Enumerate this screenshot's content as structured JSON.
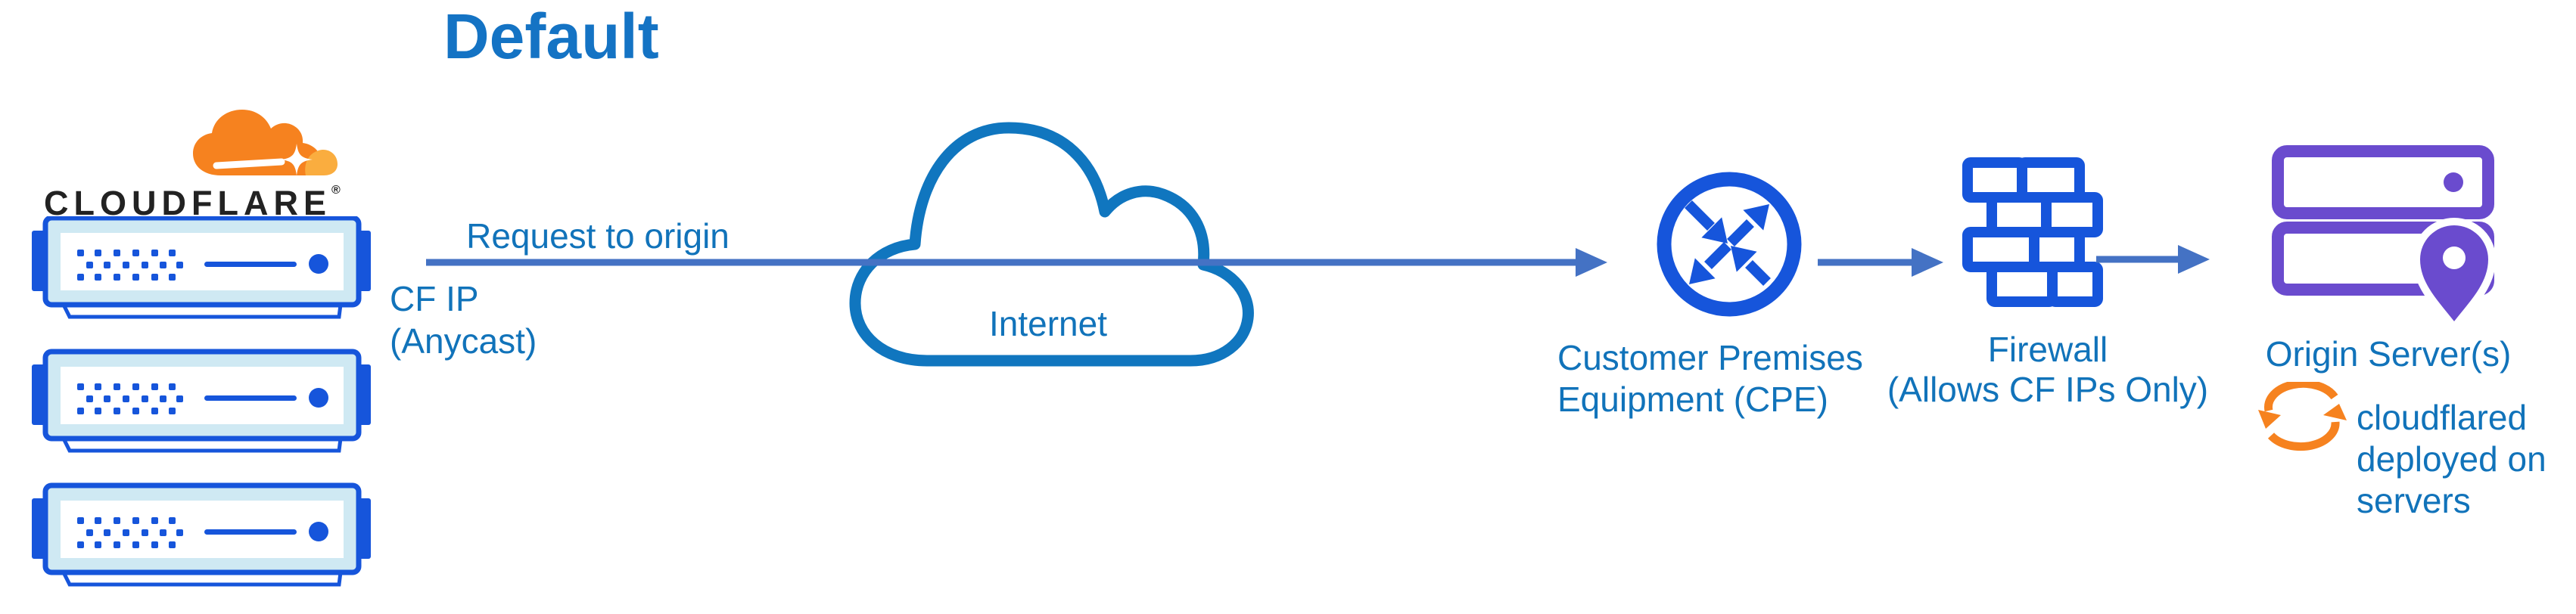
{
  "title": "Default",
  "brand": {
    "wordmark": "CLOUDFLARE",
    "registered": "®"
  },
  "edge": {
    "request_label": "Request to origin",
    "ip_line1": "CF IP",
    "ip_line2": "(Anycast)"
  },
  "internet": {
    "label": "Internet"
  },
  "cpe": {
    "line1": "Customer Premises",
    "line2": "Equipment (CPE)"
  },
  "firewall": {
    "line1": "Firewall",
    "line2": "(Allows CF IPs Only)"
  },
  "origin": {
    "label": "Origin Server(s)",
    "note1": "cloudflared",
    "note2": "deployed on",
    "note3": "servers"
  },
  "icons": {
    "cloudflare-cloud-icon": "orange cloudflare cloud logo",
    "edge-server-icon": "blue rack server, stacked x3",
    "internet-cloud-icon": "blue outlined cloud",
    "router-icon": "circle with four diagonal arrows (CPE)",
    "brick-wall-icon": "blue brick firewall",
    "origin-servers-icon": "purple stacked servers",
    "location-pin-icon": "purple map pin",
    "sync-icon": "orange circular refresh arrows",
    "arrow-right-icon": "slate blue flow arrow"
  },
  "colors": {
    "title_blue": "#1473C4",
    "label_blue": "#1173BA",
    "icon_blue": "#1655DB",
    "arrow_slate": "#4472C4",
    "cloud_stroke": "#1076BF",
    "server_fill": "#CFE9F3",
    "purple": "#6A4BCE",
    "orange": "#F6821F",
    "orange_light": "#FAAD3F",
    "wordmark_dark": "#222222"
  }
}
